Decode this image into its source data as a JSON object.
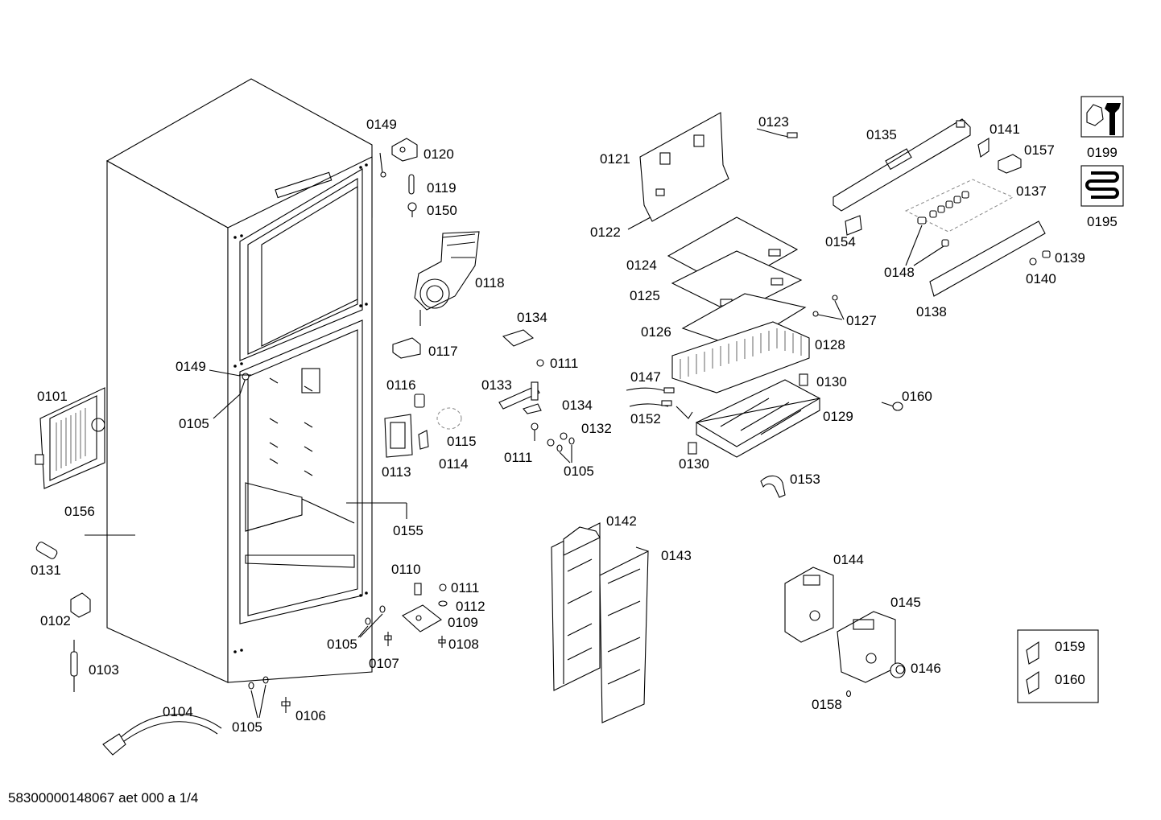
{
  "drawing_number": "58300000148067 aet 000 a 1/4",
  "labels": {
    "l0101": "0101",
    "l0102": "0102",
    "l0103": "0103",
    "l0104": "0104",
    "l0105a": "0105",
    "l0105b": "0105",
    "l0105c": "0105",
    "l0105d": "0105",
    "l0106": "0106",
    "l0107": "0107",
    "l0108": "0108",
    "l0109": "0109",
    "l0110": "0110",
    "l0111a": "0111",
    "l0111b": "0111",
    "l0111c": "0111",
    "l0112": "0112",
    "l0113": "0113",
    "l0114": "0114",
    "l0115": "0115",
    "l0116": "0116",
    "l0117": "0117",
    "l0118": "0118",
    "l0119": "0119",
    "l0120": "0120",
    "l0121": "0121",
    "l0122": "0122",
    "l0123": "0123",
    "l0124": "0124",
    "l0125": "0125",
    "l0126": "0126",
    "l0127": "0127",
    "l0128": "0128",
    "l0129": "0129",
    "l0130a": "0130",
    "l0130b": "0130",
    "l0131": "0131",
    "l0132": "0132",
    "l0133": "0133",
    "l0134a": "0134",
    "l0134b": "0134",
    "l0135": "0135",
    "l0137": "0137",
    "l0138": "0138",
    "l0139": "0139",
    "l0140": "0140",
    "l0141": "0141",
    "l0142": "0142",
    "l0143": "0143",
    "l0144": "0144",
    "l0145": "0145",
    "l0146": "0146",
    "l0147": "0147",
    "l0148": "0148",
    "l0149a": "0149",
    "l0149b": "0149",
    "l0150": "0150",
    "l0152": "0152",
    "l0153": "0153",
    "l0154": "0154",
    "l0155": "0155",
    "l0156": "0156",
    "l0157": "0157",
    "l0158": "0158",
    "l0159": "0159",
    "l0160a": "0160",
    "l0160b": "0160",
    "l0195": "0195",
    "l0199": "0199"
  },
  "icons": [
    "tool-wrench-icon",
    "heating-coil-icon"
  ]
}
